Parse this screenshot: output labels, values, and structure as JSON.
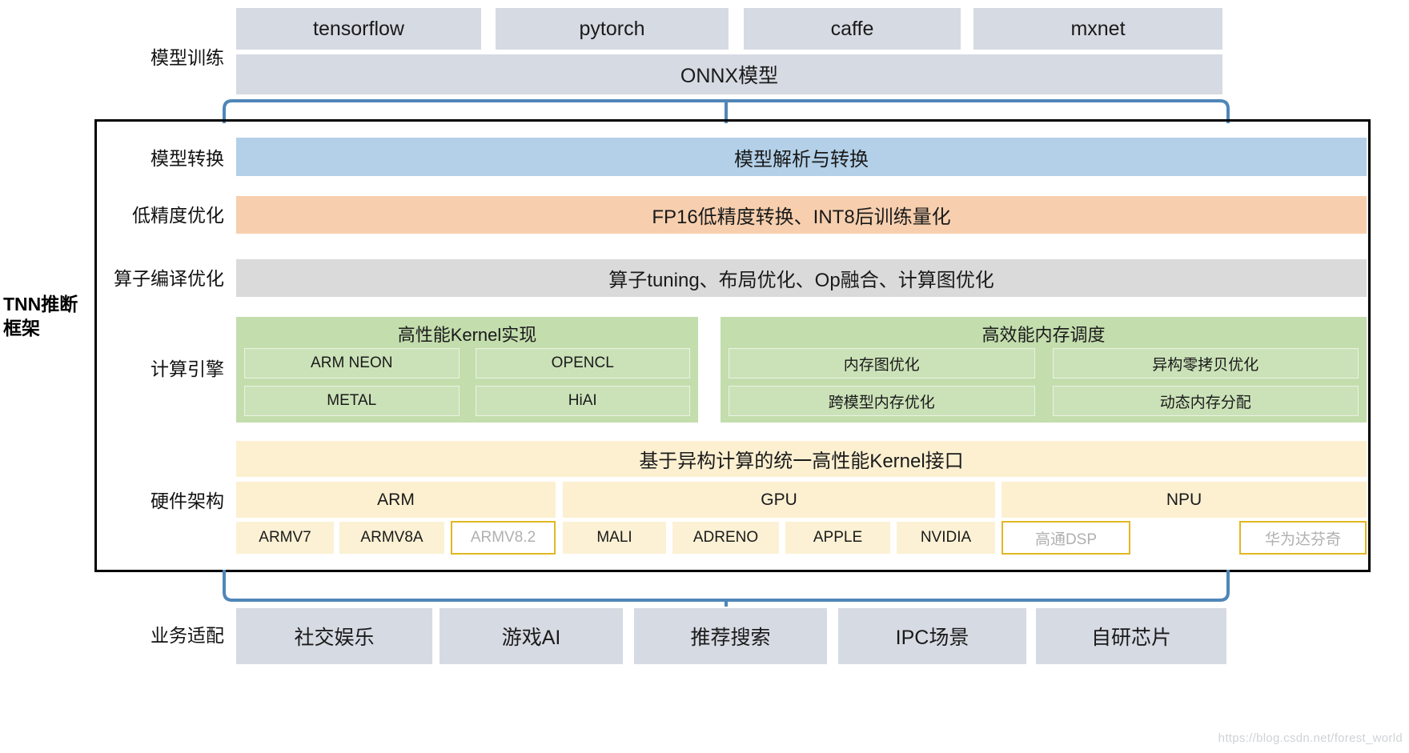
{
  "framework_label": "TNN推断\n框架",
  "framework_label_line1": "TNN推断",
  "framework_label_line2": "框架",
  "row_labels": {
    "training": "模型训练",
    "conversion": "模型转换",
    "low_precision": "低精度优化",
    "op_compile": "算子编译优化",
    "compute_engine": "计算引擎",
    "hardware": "硬件架构",
    "business": "业务适配"
  },
  "training": {
    "frameworks": [
      "tensorflow",
      "pytorch",
      "caffe",
      "mxnet"
    ],
    "onnx": "ONNX模型"
  },
  "conversion": {
    "bar": "模型解析与转换"
  },
  "low_precision": {
    "bar": "FP16低精度转换、INT8后训练量化"
  },
  "op_compile": {
    "bar": "算子tuning、布局优化、Op融合、计算图优化"
  },
  "compute_engine": {
    "groups": [
      {
        "title": "高性能Kernel实现",
        "items": [
          "ARM NEON",
          "OPENCL",
          "METAL",
          "HiAI"
        ]
      },
      {
        "title": "高效能内存调度",
        "items": [
          "内存图优化",
          "异构零拷贝优化",
          "跨模型内存优化",
          "动态内存分配"
        ]
      }
    ]
  },
  "hardware": {
    "banner": "基于异构计算的统一高性能Kernel接口",
    "categories": [
      {
        "label": "ARM",
        "chips": [
          {
            "label": "ARMV7",
            "style": "filled"
          },
          {
            "label": "ARMV8A",
            "style": "filled"
          },
          {
            "label": "ARMV8.2",
            "style": "outline"
          }
        ]
      },
      {
        "label": "GPU",
        "chips": [
          {
            "label": "MALI",
            "style": "filled"
          },
          {
            "label": "ADRENO",
            "style": "filled"
          },
          {
            "label": "APPLE",
            "style": "filled"
          },
          {
            "label": "NVIDIA",
            "style": "filled"
          }
        ]
      },
      {
        "label": "NPU",
        "chips": [
          {
            "label": "高通DSP",
            "style": "outline"
          },
          {
            "label": "华为达芬奇",
            "style": "outline"
          }
        ]
      }
    ]
  },
  "business": {
    "items": [
      "社交娱乐",
      "游戏AI",
      "推荐搜索",
      "IPC场景",
      "自研芯片"
    ]
  },
  "watermark": "https://blog.csdn.net/forest_world",
  "colors": {
    "gray": "#d6dae3",
    "blue": "#b3d0e8",
    "orange": "#f7cfae",
    "light_gray": "#dadada",
    "green": "#c3ddad",
    "yellow": "#fcf0d1",
    "brace": "#4f86b8",
    "outline_gold": "#e0b823",
    "frame": "#000000"
  }
}
